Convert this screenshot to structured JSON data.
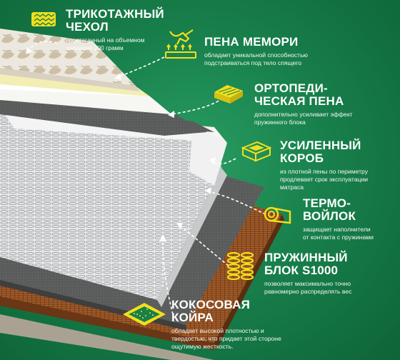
{
  "features": [
    {
      "id": "cover",
      "title": "ТРИКОТАЖНЫЙ\nЧЕХОЛ",
      "desc": "простеганный на объемном\nхоллконе 200 грамм",
      "icon": "quilted-fabric-icon"
    },
    {
      "id": "memory",
      "title": "ПЕНА МЕМОРИ",
      "desc": "обладает уникальной способностью\nподстраиваться под тело спящего",
      "icon": "hand-pressing-foam-icon"
    },
    {
      "id": "ortho",
      "title": "ОРТОПЕДИ-\nЧЕСКАЯ ПЕНА",
      "desc": "дополнительно усиливает эффект\nпружинного блока",
      "icon": "foam-slab-icon"
    },
    {
      "id": "box",
      "title": "УСИЛЕННЫЙ\nКОРОБ",
      "desc": "из плотной пены по периметру\nпродлевает срок эксплуатации\nматраса",
      "icon": "frame-box-icon"
    },
    {
      "id": "felt",
      "title": "ТЕРМО-\nВОЙЛОК",
      "desc": "защищает наполнители\nот контакта с пружинами",
      "icon": "felt-roll-icon"
    },
    {
      "id": "spring",
      "title": "ПРУЖИННЫЙ\nБЛОК S1000",
      "desc": "позволяет максимально точно\nравномерно распределять вес",
      "icon": "springs-icon"
    },
    {
      "id": "coco",
      "title": "КОКОСОВАЯ\nКОЙРА",
      "desc": "обладает высокой плотностью и\nтвердостью, что придает этой стороне\nощутимую жесткость.",
      "icon": "coconut-coir-icon"
    }
  ],
  "colors": {
    "background": "#18804c",
    "accent": "#f2df1c",
    "text": "#ffffff",
    "coir": "#8a4a21",
    "felt": "#5a5a5a",
    "memory_foam": "#f3eeb4"
  }
}
